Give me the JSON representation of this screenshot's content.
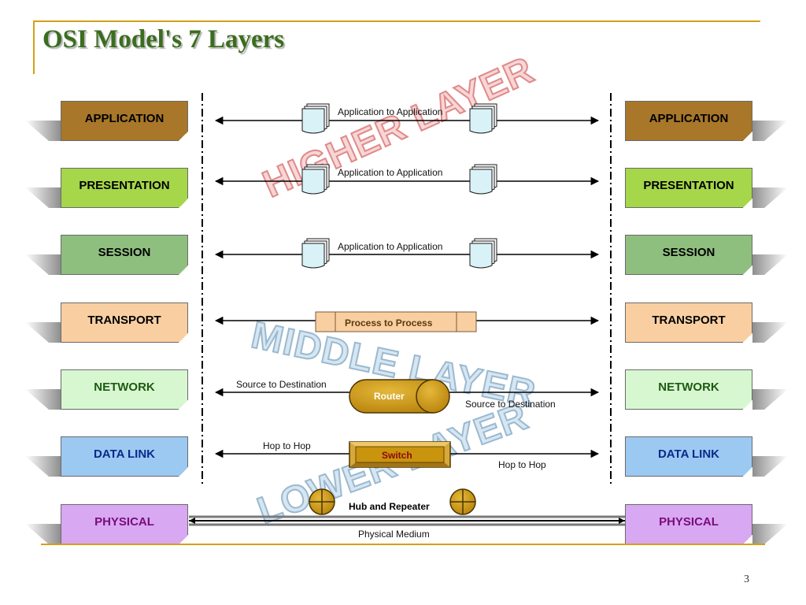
{
  "slide": {
    "title": "OSI Model's 7 Layers",
    "page_number": "3"
  },
  "layers": [
    {
      "name": "APPLICATION",
      "fill": "#a8772a",
      "text_color": "#000000"
    },
    {
      "name": "PRESENTATION",
      "fill": "#a6d64a",
      "text_color": "#000000"
    },
    {
      "name": "SESSION",
      "fill": "#8fbf7f",
      "text_color": "#000000"
    },
    {
      "name": "TRANSPORT",
      "fill": "#f9cfa2",
      "text_color": "#000000"
    },
    {
      "name": "NETWORK",
      "fill": "#d7f7d0",
      "text_color": "#1d5a12"
    },
    {
      "name": "DATA LINK",
      "fill": "#9cc9f2",
      "text_color": "#0a2a8a"
    },
    {
      "name": "PHYSICAL",
      "fill": "#d8a8f2",
      "text_color": "#7a0c7a"
    }
  ],
  "links": {
    "application": "Application to Application",
    "presentation": "Application to Application",
    "session": "Application to Application",
    "transport": "Process to Process",
    "network_left": "Source to Destination",
    "network_right": "Source to Destination",
    "datalink_left": "Hop to Hop",
    "datalink_right": "Hop to Hop",
    "physical": "Physical Medium"
  },
  "devices": {
    "router": "Router",
    "switch": "Switch",
    "hub": "Hub and Repeater"
  },
  "watermarks": {
    "higher": "HIGHER LAYER",
    "middle": "MIDDLE LAYER",
    "lower": "LOWER LAYER"
  },
  "colors": {
    "accent": "#d4a017",
    "title": "#3b6d1f",
    "device_gold": "#c9940e"
  },
  "icons": [
    "document-stack-icon",
    "router-icon",
    "switch-icon",
    "hub-icon"
  ]
}
